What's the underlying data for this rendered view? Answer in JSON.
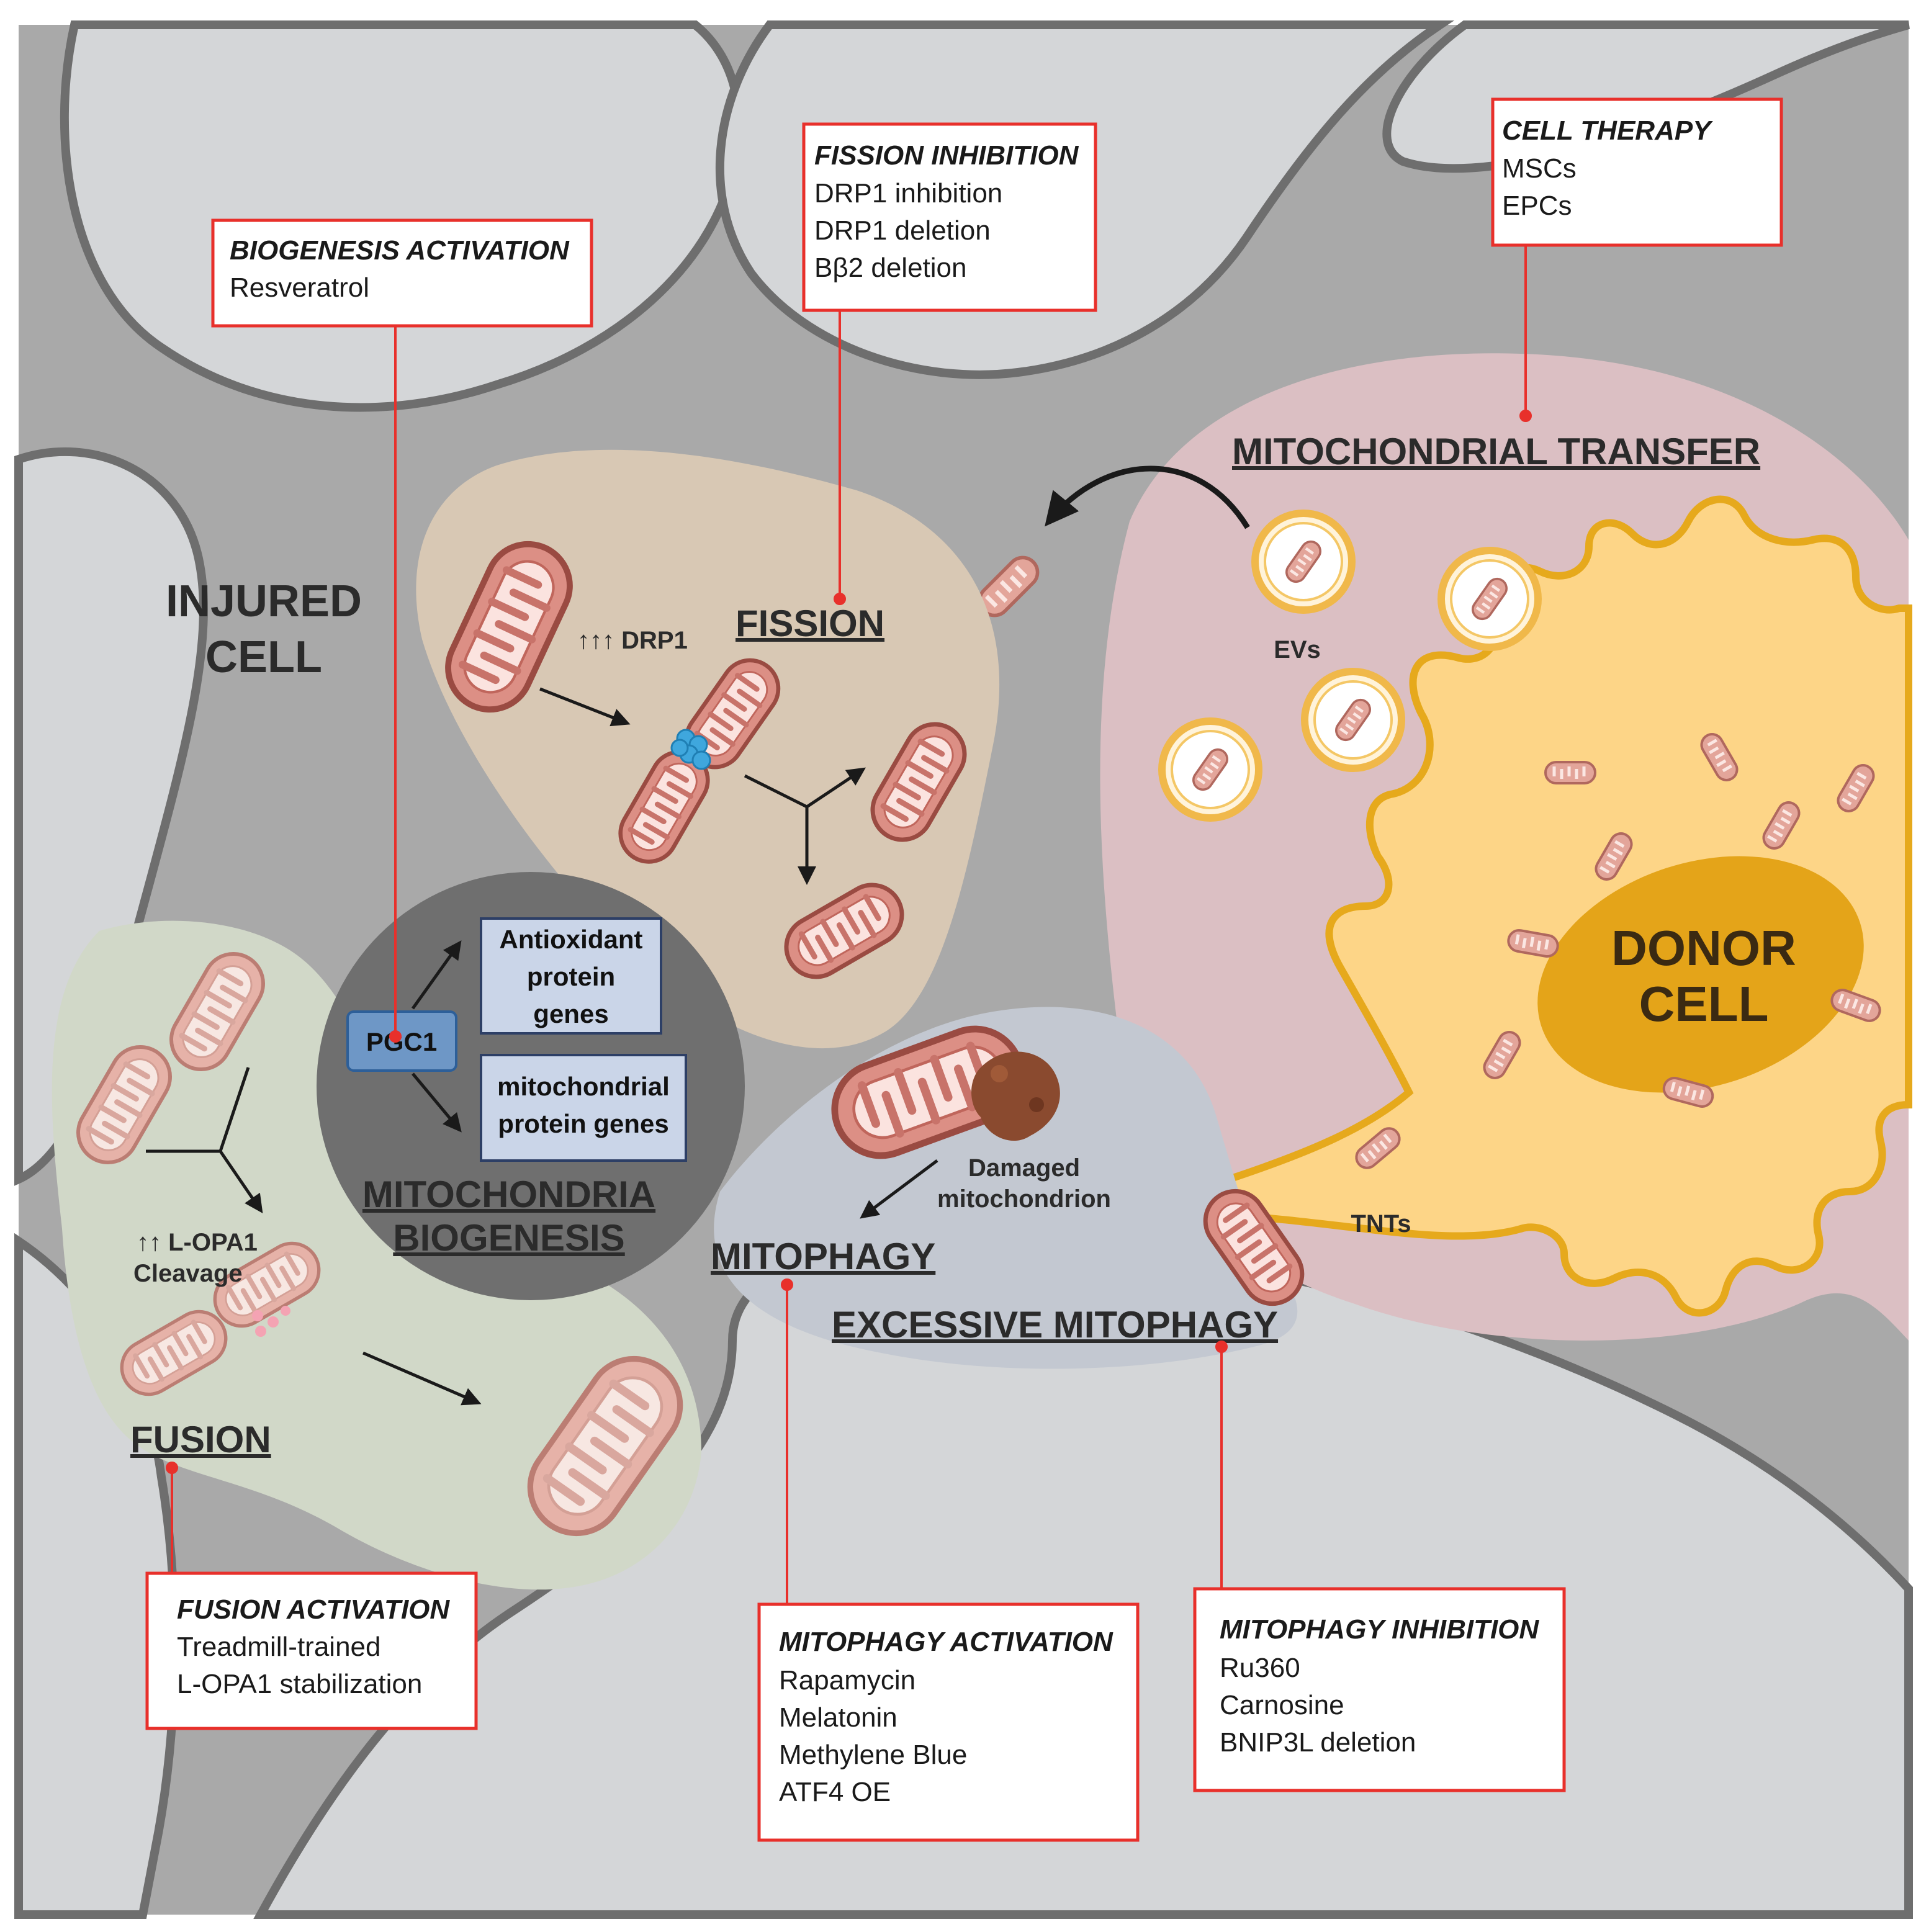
{
  "labels": {
    "injured_cell": [
      "INJURED",
      "CELL"
    ],
    "donor_cell": [
      "DONOR",
      "CELL"
    ],
    "mitochondrial_transfer": "MITOCHONDRIAL TRANSFER",
    "fission": "FISSION",
    "drp1": "↑↑↑ DRP1",
    "mitophagy": "MITOPHAGY",
    "excessive_mitophagy": "EXCESSIVE MITOPHAGY",
    "damaged_mitochondrion": [
      "Damaged",
      "mitochondrion"
    ],
    "fusion": "FUSION",
    "lopa1": [
      "↑↑ L-OPA1",
      "Cleavage"
    ],
    "biogenesis": [
      "MITOCHONDRIA",
      "BIOGENESIS"
    ],
    "pgc1": "PGC1",
    "antioxidant": [
      "Antioxidant",
      "protein",
      "genes"
    ],
    "mito_genes": [
      "mitochondrial",
      "protein genes"
    ],
    "evs": "EVs",
    "tnts": "TNTs"
  },
  "callouts": {
    "biogenesis_activation": {
      "title": "BIOGENESIS ACTIVATION",
      "items": [
        "Resveratrol"
      ]
    },
    "fission_inhibition": {
      "title": "FISSION INHIBITION",
      "items": [
        "DRP1 inhibition",
        "DRP1 deletion",
        "Bβ2 deletion"
      ]
    },
    "cell_therapy": {
      "title": "CELL THERAPY",
      "items": [
        "MSCs",
        "EPCs"
      ]
    },
    "fusion_activation": {
      "title": "FUSION ACTIVATION",
      "items": [
        "Treadmill-trained",
        "L-OPA1 stabilization"
      ]
    },
    "mitophagy_activation": {
      "title": "MITOPHAGY ACTIVATION",
      "items": [
        "Rapamycin",
        "Melatonin",
        "Methylene Blue",
        "ATF4 OE"
      ]
    },
    "mitophagy_inhibition": {
      "title": "MITOPHAGY INHIBITION",
      "items": [
        "Ru360",
        "Carnosine",
        "BNIP3L deletion"
      ]
    }
  },
  "colors": {
    "background": "#d4d6d8",
    "cell_membrane": "#6e6e6e",
    "cell_gap": "#a9a9a9",
    "callout_border": "#e8302b",
    "mito_fill": "#dc8f85",
    "mito_stroke": "#9a4b42",
    "donor_cell": "#fdd587",
    "donor_border": "#e6a91c",
    "donor_nucleus": "#e4a419",
    "transfer_zone": "#dbbfc3",
    "fission_zone": "#d8c8b4",
    "fusion_zone": "#d1d8c8",
    "biogenesis_circle": "#6f6f6f",
    "gene_box": "#cad5e8",
    "pgc1_box": "#6e97c6"
  }
}
